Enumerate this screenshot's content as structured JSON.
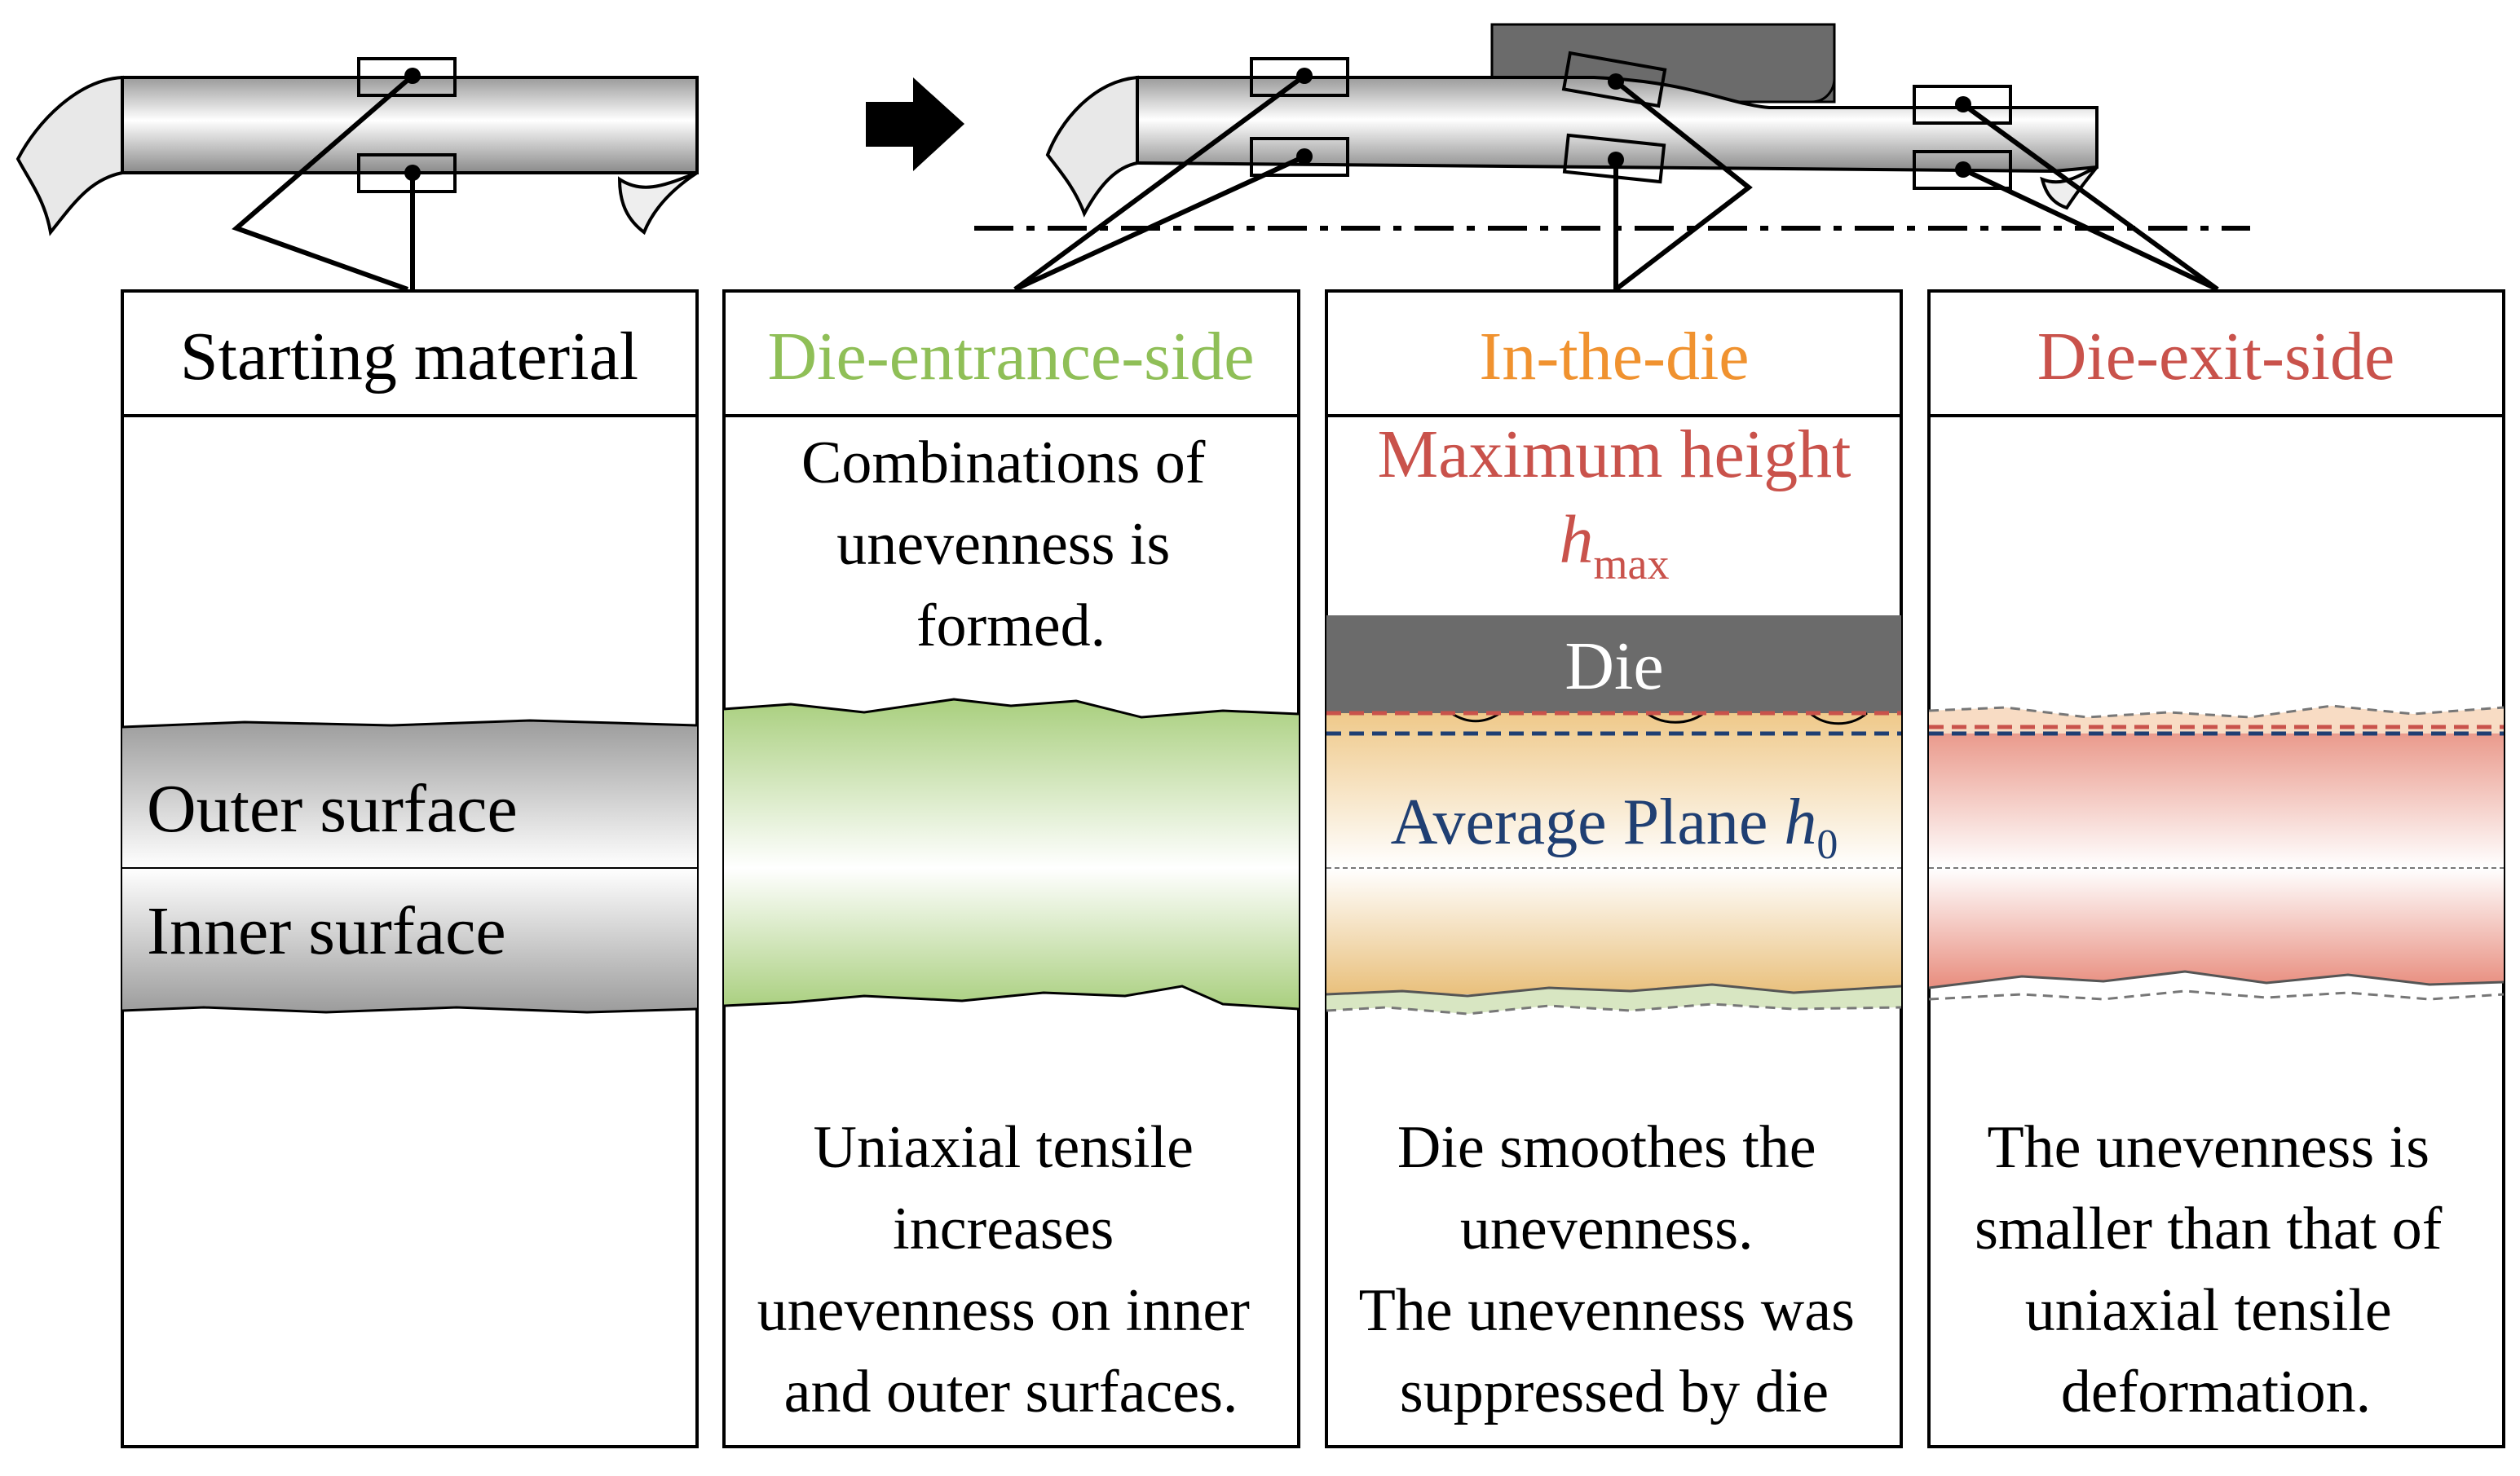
{
  "columns": [
    {
      "header": "Starting material",
      "header_color": "#000000",
      "surface_labels": {
        "outer": "Outer surface",
        "inner": "Inner surface"
      }
    },
    {
      "header": "Die-entrance-side",
      "header_color": "#8fbf57",
      "top_text": [
        "Combinations of",
        "unevenness is",
        "formed."
      ],
      "bottom_text": [
        "Uniaxial tensile",
        "increases",
        "unevenness on inner",
        "and outer surfaces."
      ]
    },
    {
      "header": "In-the-die",
      "header_color": "#f0922f",
      "max_height_label": "Maximum height",
      "hmax_symbol": "h",
      "hmax_sub": "max",
      "die_label": "Die",
      "avg_plane_label": "Average Plane ",
      "h0_symbol": "h",
      "h0_sub": "0",
      "bottom_text": [
        "Die smoothes the",
        "unevenness.",
        "The unevenness was",
        "suppressed by die"
      ]
    },
    {
      "header": "Die-exit-side",
      "header_color": "#c9524b",
      "bottom_text": [
        "The unevenness is",
        "smaller than that of",
        "uniaxial tensile",
        "deformation."
      ]
    }
  ],
  "colors": {
    "red_label": "#c9524b",
    "blue_label": "#1f3f73",
    "die_fill": "#6b6b6b",
    "green_band": "#a9cf7e",
    "orange_band": "#efc98a",
    "red_band": "#ea9a8c",
    "gray_band": "#9c9c9c"
  },
  "icons": [
    "right-arrow-icon"
  ]
}
